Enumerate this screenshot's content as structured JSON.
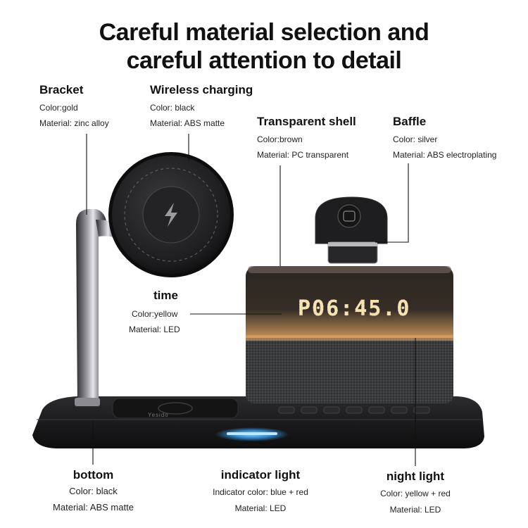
{
  "headline": {
    "line1": "Careful material selection and",
    "line2": "careful attention to detail"
  },
  "callouts": {
    "bracket": {
      "title": "Bracket",
      "line1": "Color:gold",
      "line2": "Material: zinc alloy"
    },
    "wireless": {
      "title": "Wireless charging",
      "line1": "Color: black",
      "line2": "Material: ABS matte"
    },
    "shell": {
      "title": "Transparent shell",
      "line1": "Color:brown",
      "line2": "Material: PC transparent"
    },
    "baffle": {
      "title": "Baffle",
      "line1": "Color: silver",
      "line2": "Material: ABS electroplating"
    },
    "time": {
      "title": "time",
      "line1": "Color:yellow",
      "line2": "Material: LED"
    },
    "bottom": {
      "title": "bottom",
      "line1": "Color: black",
      "line2": "Material: ABS matte"
    },
    "indicator": {
      "title": "indicator light",
      "line1": "Indicator color: blue + red",
      "line2": "Material: LED"
    },
    "night": {
      "title": "night light",
      "line1": "Color: yellow + red",
      "line2": "Material: LED"
    }
  },
  "product": {
    "clock_text": "P06:45.0",
    "brand": "Yesido"
  },
  "colors": {
    "base": "#1c1c1e",
    "led_yellow": "#f4e2b0",
    "indicator_blue": "#39a9ff",
    "night_glow": "#f0b16a"
  }
}
